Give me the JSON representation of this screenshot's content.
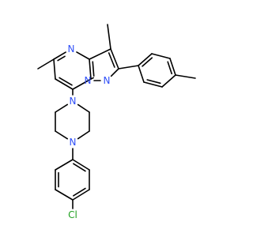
{
  "molecule": {
    "atom_labels": [
      {
        "id": "n4",
        "text": "N",
        "color": "#3050F8"
      },
      {
        "id": "n1",
        "text": "N",
        "color": "#3050F8"
      },
      {
        "id": "n2",
        "text": "N",
        "color": "#3050F8"
      },
      {
        "id": "npip1",
        "text": "N",
        "color": "#3050F8"
      },
      {
        "id": "npip2",
        "text": "N",
        "color": "#3050F8"
      },
      {
        "id": "cl",
        "text": "Cl",
        "color": "#1FA01F"
      }
    ]
  },
  "colors": {
    "bond": "#000000",
    "nitrogen": "#3050F8",
    "chlorine": "#1FA01F",
    "background": "#ffffff"
  }
}
